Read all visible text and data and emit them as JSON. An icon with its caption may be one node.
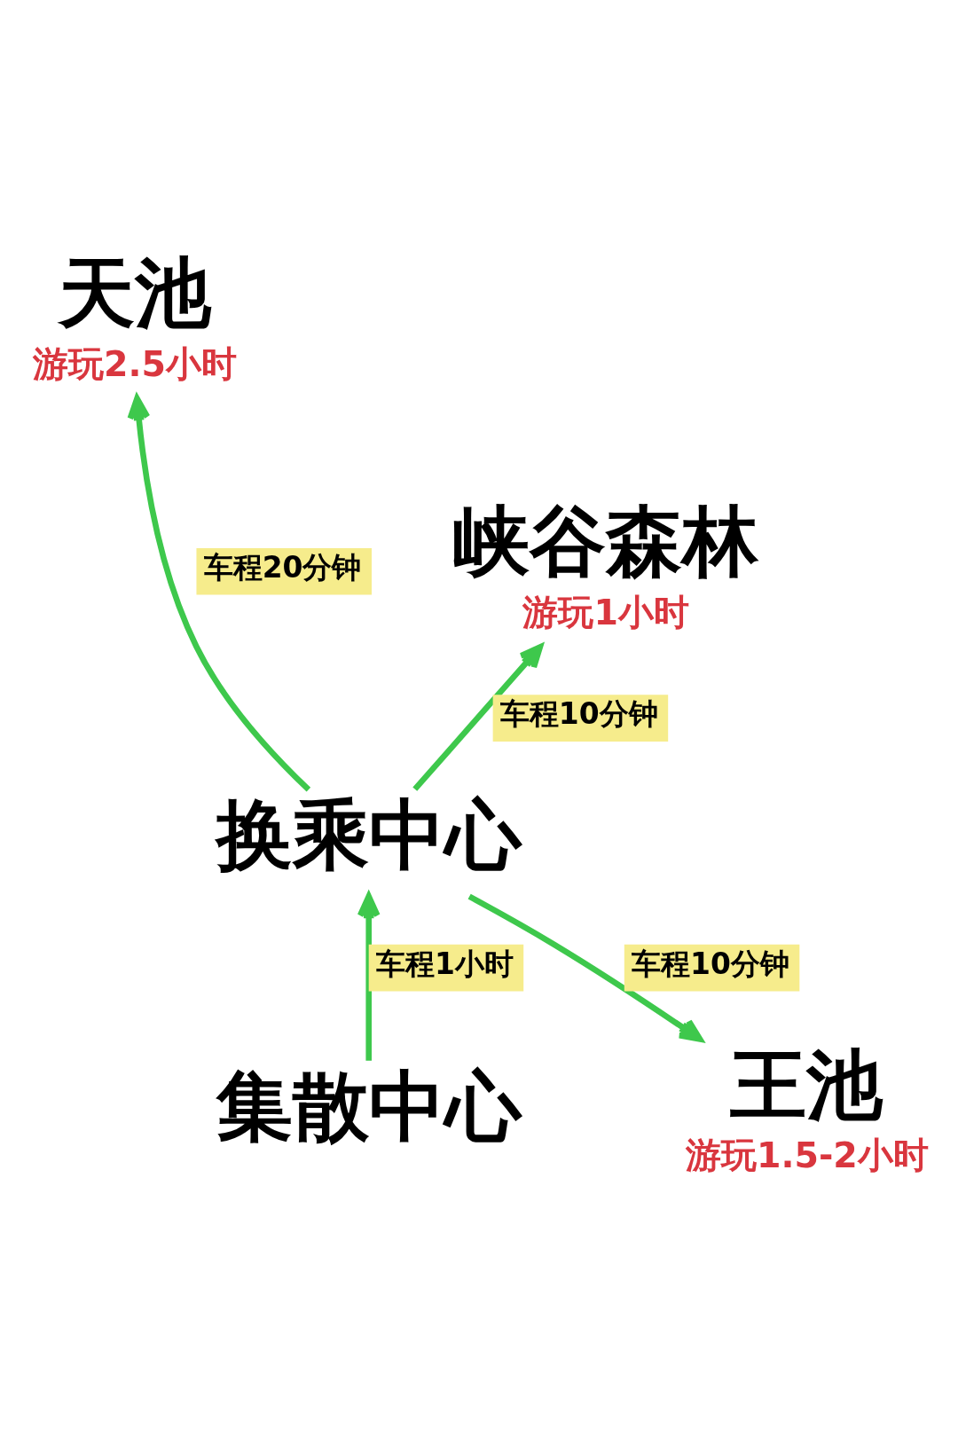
{
  "diagram": {
    "nodes": [
      {
        "text": [
          "天池"
        ],
        "beside": [
          "游玩2.5小时"
        ]
      },
      {
        "text": [
          "峡谷森林"
        ],
        "beside": [
          "游玩1小时"
        ]
      },
      {
        "text": [
          "换乘中心"
        ]
      },
      {
        "text": [
          "王池"
        ],
        "beside": [
          "游玩1.5-2小时"
        ]
      },
      {
        "text": [
          "集散中心"
        ]
      }
    ],
    "edges": [
      {
        "from": 2,
        "to": 0,
        "arrow": "to",
        "label": "车程20分钟"
      },
      {
        "from": 2,
        "to": 1,
        "arrow": "to",
        "label": "车程10分钟"
      },
      {
        "from": 2,
        "to": 3,
        "arrow": "to",
        "label": "车程10分钟"
      },
      {
        "from": 4,
        "to": 2,
        "arrow": "to",
        "label": "车程1小时"
      }
    ]
  }
}
